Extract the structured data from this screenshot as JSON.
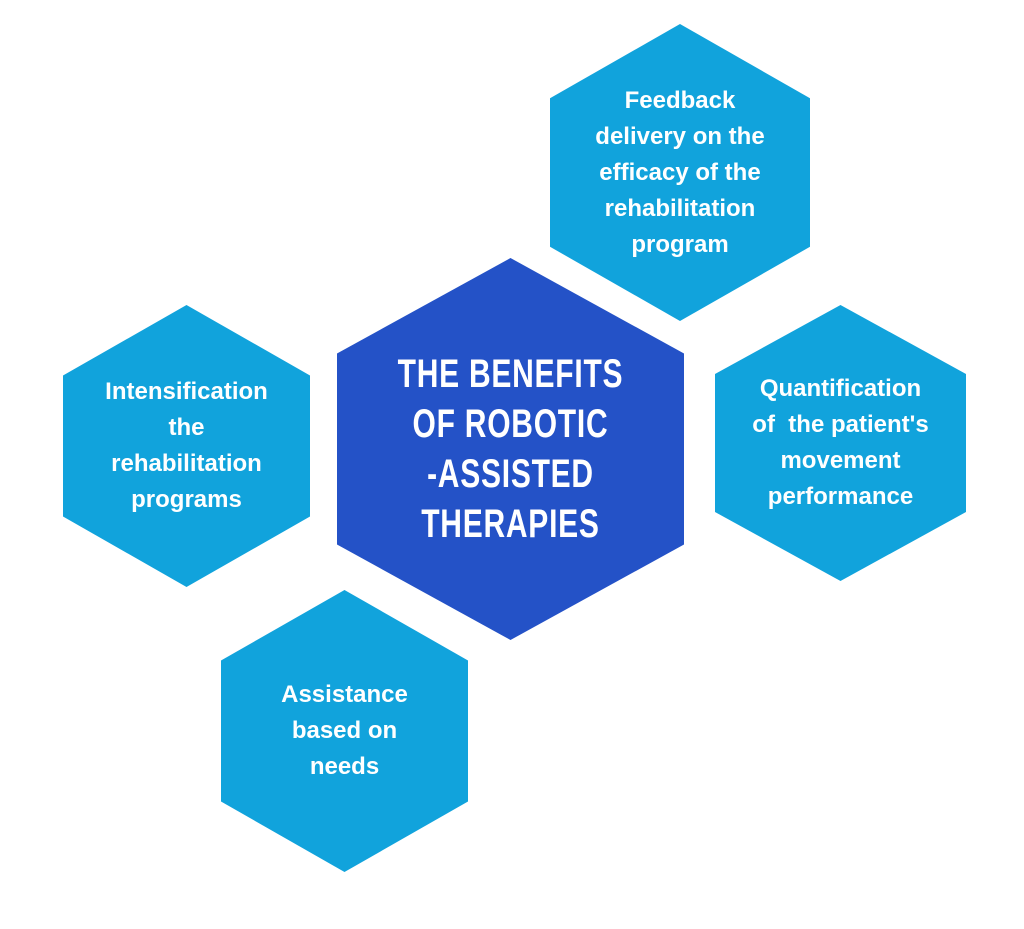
{
  "diagram": {
    "title": "The benefits of robotic-assisted therapies",
    "colors": {
      "center_hexagon": "#2452c7",
      "satellite_hexagon": "#11a3dc",
      "text": "#ffffff",
      "background": "#ffffff"
    },
    "center": {
      "label": "THE BENEFITS\nOF ROBOTIC\n-ASSISTED\nTHERAPIES"
    },
    "satellites": [
      {
        "position": "top",
        "label": "Feedback\ndelivery on the\nefficacy of the\nrehabilitation\nprogram"
      },
      {
        "position": "left",
        "label": "Intensification\nthe\nrehabilitation\nprograms"
      },
      {
        "position": "right",
        "label": "Quantification\nof  the patient's\nmovement\nperformance"
      },
      {
        "position": "bottom",
        "label": "Assistance\nbased on\nneeds"
      }
    ]
  }
}
